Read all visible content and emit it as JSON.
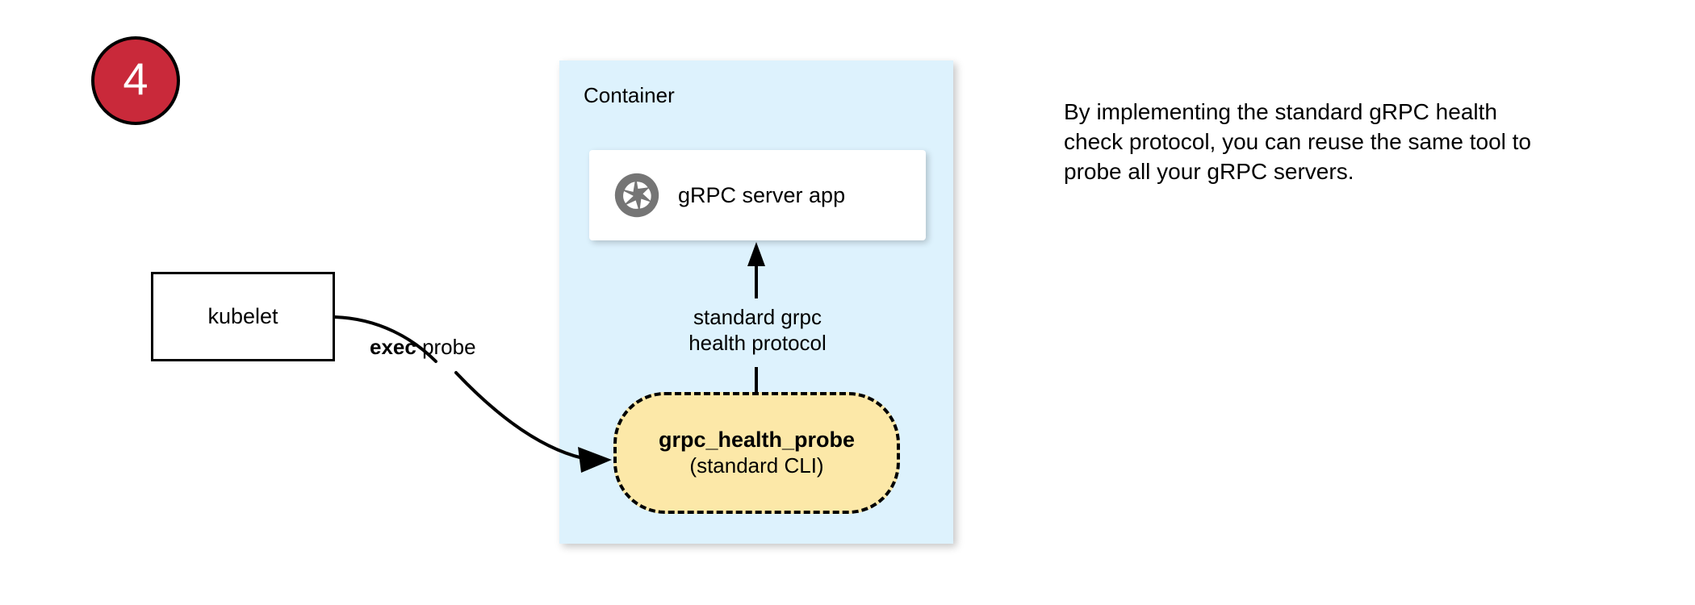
{
  "step": {
    "number": "4",
    "badge_color": "#c9293a",
    "badge_border_color": "#000000",
    "badge_text_color": "#ffffff"
  },
  "container": {
    "label": "Container",
    "fill_color": "#ddf2fd"
  },
  "server_card": {
    "label": "gRPC server app",
    "icon": "aperture-icon",
    "icon_color": "#757575",
    "fill_color": "#ffffff"
  },
  "kubelet": {
    "label": "kubelet",
    "fill_color": "#ffffff",
    "border_color": "#000000"
  },
  "probe": {
    "title": "grpc_health_probe",
    "subtitle": "(standard CLI)",
    "fill_color": "#fce8a8",
    "border_color": "#000000",
    "border_style": "dashed"
  },
  "edges": {
    "exec_probe": {
      "bold_text": "exec",
      "rest_text": " probe",
      "from": "kubelet",
      "to": "grpc_health_probe"
    },
    "health_protocol": {
      "line1": "standard grpc",
      "line2": "health protocol",
      "from": "grpc_health_probe",
      "to": "gRPC server app"
    }
  },
  "annotation": {
    "text": "By implementing the standard gRPC health check protocol, you can reuse the same tool to probe all your gRPC servers."
  }
}
